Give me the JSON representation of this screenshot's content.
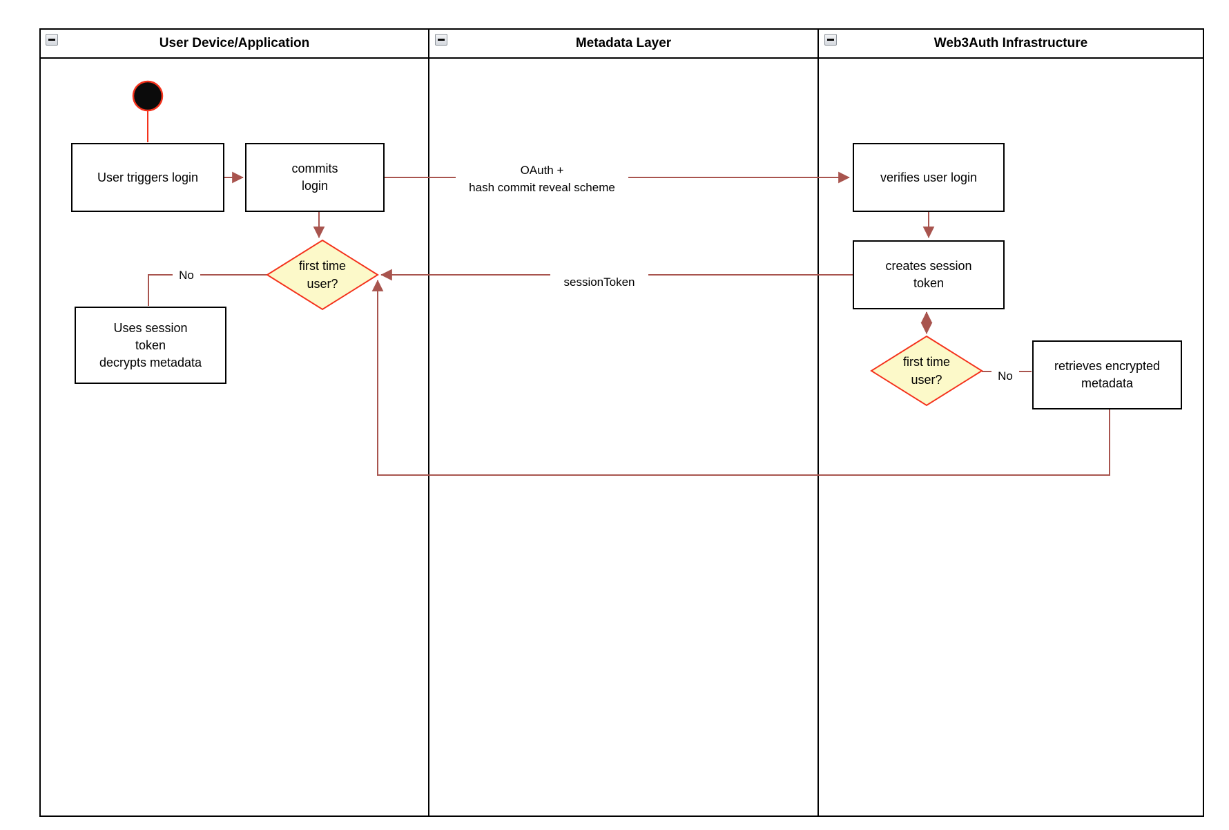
{
  "colors": {
    "edge_maroon": "#a8544e",
    "accent_red": "#f4321c",
    "diamond_fill": "#fcf9c9",
    "shape_border": "#000000",
    "collapse_button_border": "#8f959c"
  },
  "lanes": [
    {
      "title": "User Device/Application"
    },
    {
      "title": "Metadata Layer"
    },
    {
      "title": "Web3Auth Infrastructure"
    }
  ],
  "nodes": {
    "user_triggers_login": {
      "lines": [
        "User triggers login"
      ]
    },
    "commits_login": {
      "lines": [
        "commits",
        "login"
      ]
    },
    "first_time_user_1": {
      "lines": [
        "first time",
        "user?"
      ]
    },
    "uses_session_token": {
      "lines": [
        "Uses session",
        "token",
        "decrypts metadata"
      ]
    },
    "verifies_user_login": {
      "lines": [
        "verifies user login"
      ]
    },
    "creates_session_token": {
      "lines": [
        "creates session",
        "token"
      ]
    },
    "first_time_user_2": {
      "lines": [
        "first time",
        "user?"
      ]
    },
    "retrieves_encrypted_metadata": {
      "lines": [
        "retrieves encrypted",
        "metadata"
      ]
    }
  },
  "edge_labels": {
    "oauth": {
      "lines": [
        "OAuth +",
        "hash commit reveal scheme"
      ]
    },
    "session_token": "sessionToken",
    "no_left": "No",
    "no_right": "No"
  }
}
